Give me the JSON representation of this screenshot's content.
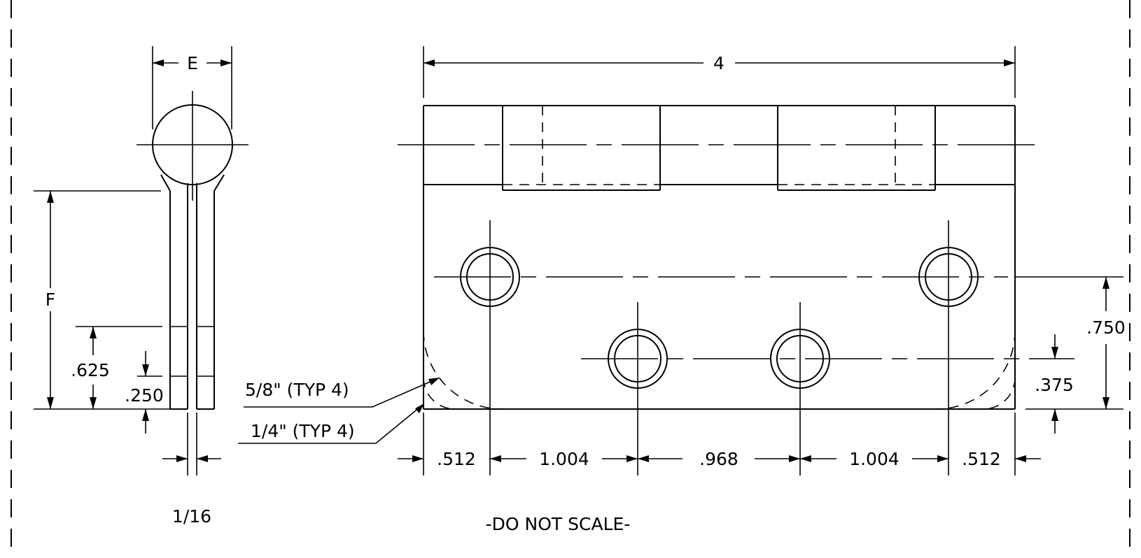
{
  "side_view": {
    "dim_e": "E",
    "dim_f": "F",
    "dim_625": ".625",
    "dim_250": ".250",
    "dim_thickness": "1/16"
  },
  "front_view": {
    "overall_width": "4",
    "dim_750": ".750",
    "dim_375": ".375",
    "radius_large": "5/8\" (TYP 4)",
    "radius_small": "1/4\" (TYP 4)",
    "spacing": [
      ".512",
      "1.004",
      ".968",
      "1.004",
      ".512"
    ]
  },
  "note": "-DO NOT SCALE-"
}
